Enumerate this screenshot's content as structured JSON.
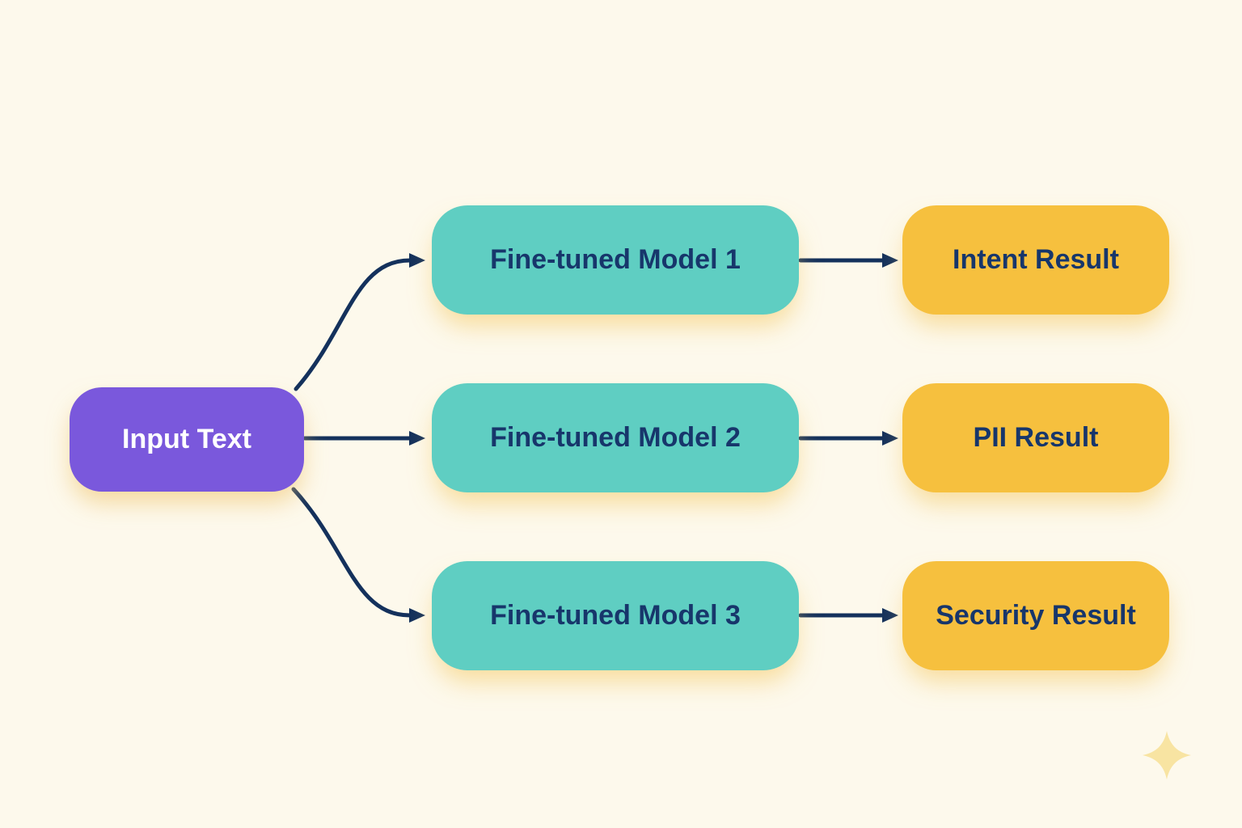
{
  "nodes": {
    "input": {
      "label": "Input Text",
      "fill": "#7A58DC",
      "text_color": "#FFFFFF"
    },
    "model1": {
      "label": "Fine-tuned Model 1",
      "fill": "#5FCEC2",
      "text_color": "#17366B"
    },
    "model2": {
      "label": "Fine-tuned Model 2",
      "fill": "#5FCEC2",
      "text_color": "#17366B"
    },
    "model3": {
      "label": "Fine-tuned Model 3",
      "fill": "#5FCEC2",
      "text_color": "#17366B"
    },
    "result1": {
      "label": "Intent Result",
      "fill": "#F6C03E",
      "text_color": "#17366B"
    },
    "result2": {
      "label": "PII Result",
      "fill": "#F6C03E",
      "text_color": "#17366B"
    },
    "result3": {
      "label": "Security Result",
      "fill": "#F6C03E",
      "text_color": "#17366B"
    }
  },
  "edges": [
    {
      "from": "Input Text",
      "to": "Fine-tuned Model 1"
    },
    {
      "from": "Input Text",
      "to": "Fine-tuned Model 2"
    },
    {
      "from": "Input Text",
      "to": "Fine-tuned Model 3"
    },
    {
      "from": "Fine-tuned Model 1",
      "to": "Intent Result"
    },
    {
      "from": "Fine-tuned Model 2",
      "to": "PII Result"
    },
    {
      "from": "Fine-tuned Model 3",
      "to": "Security Result"
    }
  ],
  "colors": {
    "background": "#FDF9EC",
    "arrow": "#14315C",
    "glow": "rgba(244,198,92,0.55)",
    "sparkle": "#F8E4A2"
  },
  "icons": {
    "sparkle": "four-point-star-icon"
  }
}
